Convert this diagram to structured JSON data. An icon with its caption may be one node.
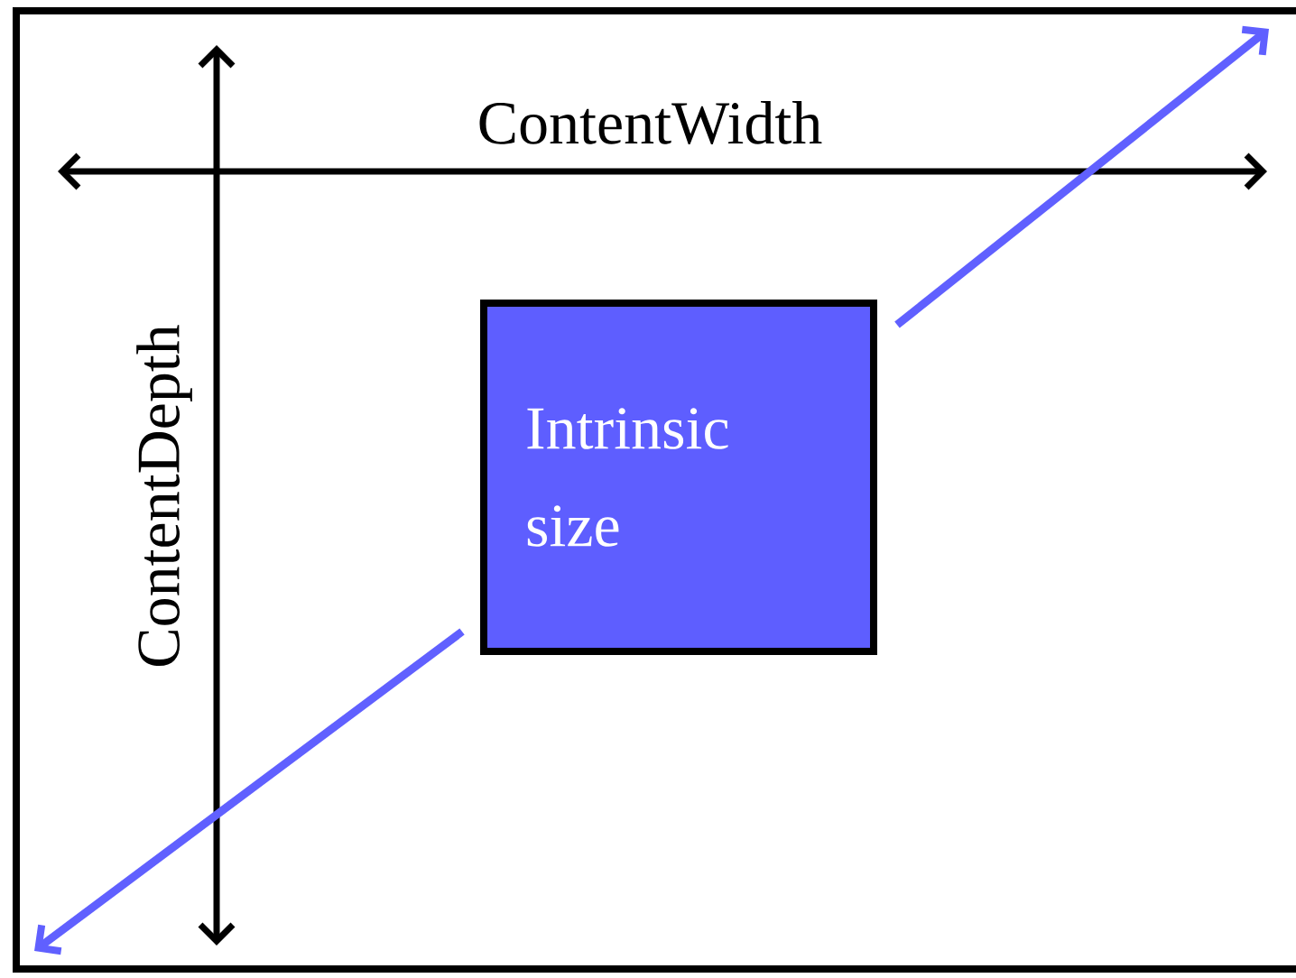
{
  "diagram": {
    "nodes": [
      {
        "text": [],
        "shape": "box"
      },
      {
        "text": [
          "Intrinsic size"
        ],
        "in": 0
      }
    ],
    "labels": [
      "ContentWidth",
      "ContentDepth"
    ]
  }
}
